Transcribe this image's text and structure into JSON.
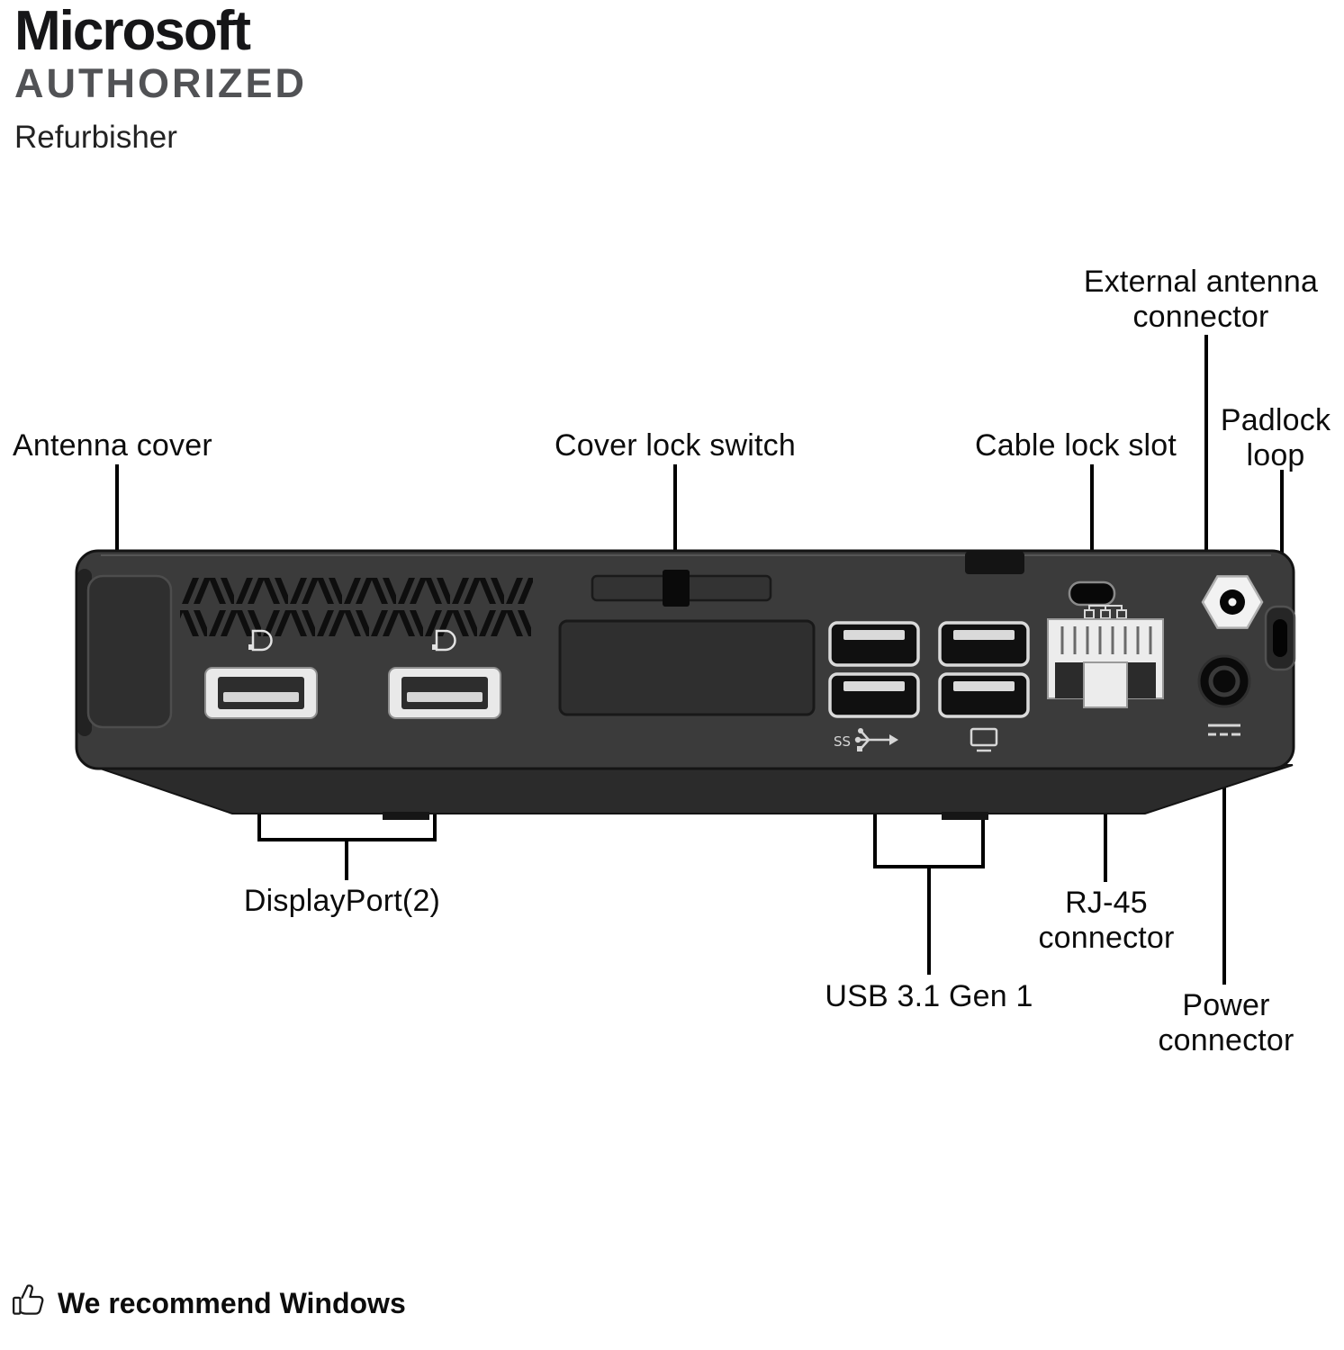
{
  "logo": {
    "brand": "Microsoft",
    "program": "AUTHORIZED",
    "role": "Refurbisher"
  },
  "diagram": {
    "labels": {
      "antenna_cover": "Antenna cover",
      "cover_lock_switch": "Cover lock switch",
      "cable_lock_slot": "Cable lock slot",
      "external_antenna_connector": "External antenna connector",
      "padlock_loop": "Padlock loop",
      "displayport": "DisplayPort(2)",
      "usb": "USB 3.1 Gen 1",
      "rj45": "RJ-45 connector",
      "power": "Power connector"
    },
    "icons": {
      "usb_ss_text": "SS",
      "displayport_icon": "displayport-logo",
      "usb_superspeed_icon": "usb-superspeed-trident",
      "usb_display_icon": "usb-display",
      "network_icon": "network-ports",
      "power_dc_icon": "dc-power",
      "thumbs_up_icon": "thumbs-up-outline"
    },
    "colors": {
      "chassis": "#3b3b3b",
      "chassis_dark": "#2b2b2b",
      "port_light": "#ececec",
      "leader_line": "#000000",
      "label_text": "#0c0c0c",
      "logo_black": "#161618",
      "logo_gray": "#515255"
    }
  },
  "footer": {
    "recommendation": "We recommend Windows"
  }
}
